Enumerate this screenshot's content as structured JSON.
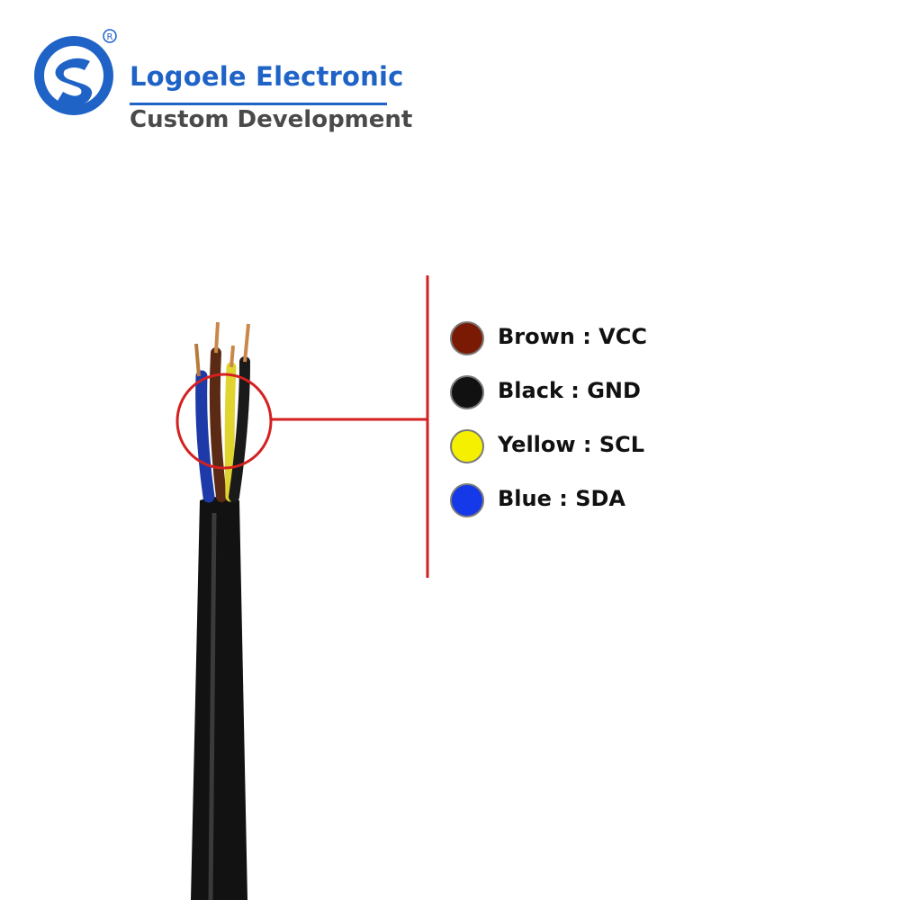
{
  "brand": {
    "name": "Logoele Electronic",
    "tagline": "Custom Development",
    "registered_mark": "R",
    "colors": {
      "primary": "#1f63c7",
      "secondary": "#4a4a4a",
      "rule": "#1f63c7"
    }
  },
  "callout": {
    "color": "#d42020"
  },
  "legend": {
    "items": [
      {
        "text": "Brown : VCC",
        "color": "#7a1a05"
      },
      {
        "text": "Black : GND",
        "color": "#111111"
      },
      {
        "text": "Yellow : SCL",
        "color": "#f5f000"
      },
      {
        "text": "Blue : SDA",
        "color": "#1538e8"
      }
    ]
  }
}
